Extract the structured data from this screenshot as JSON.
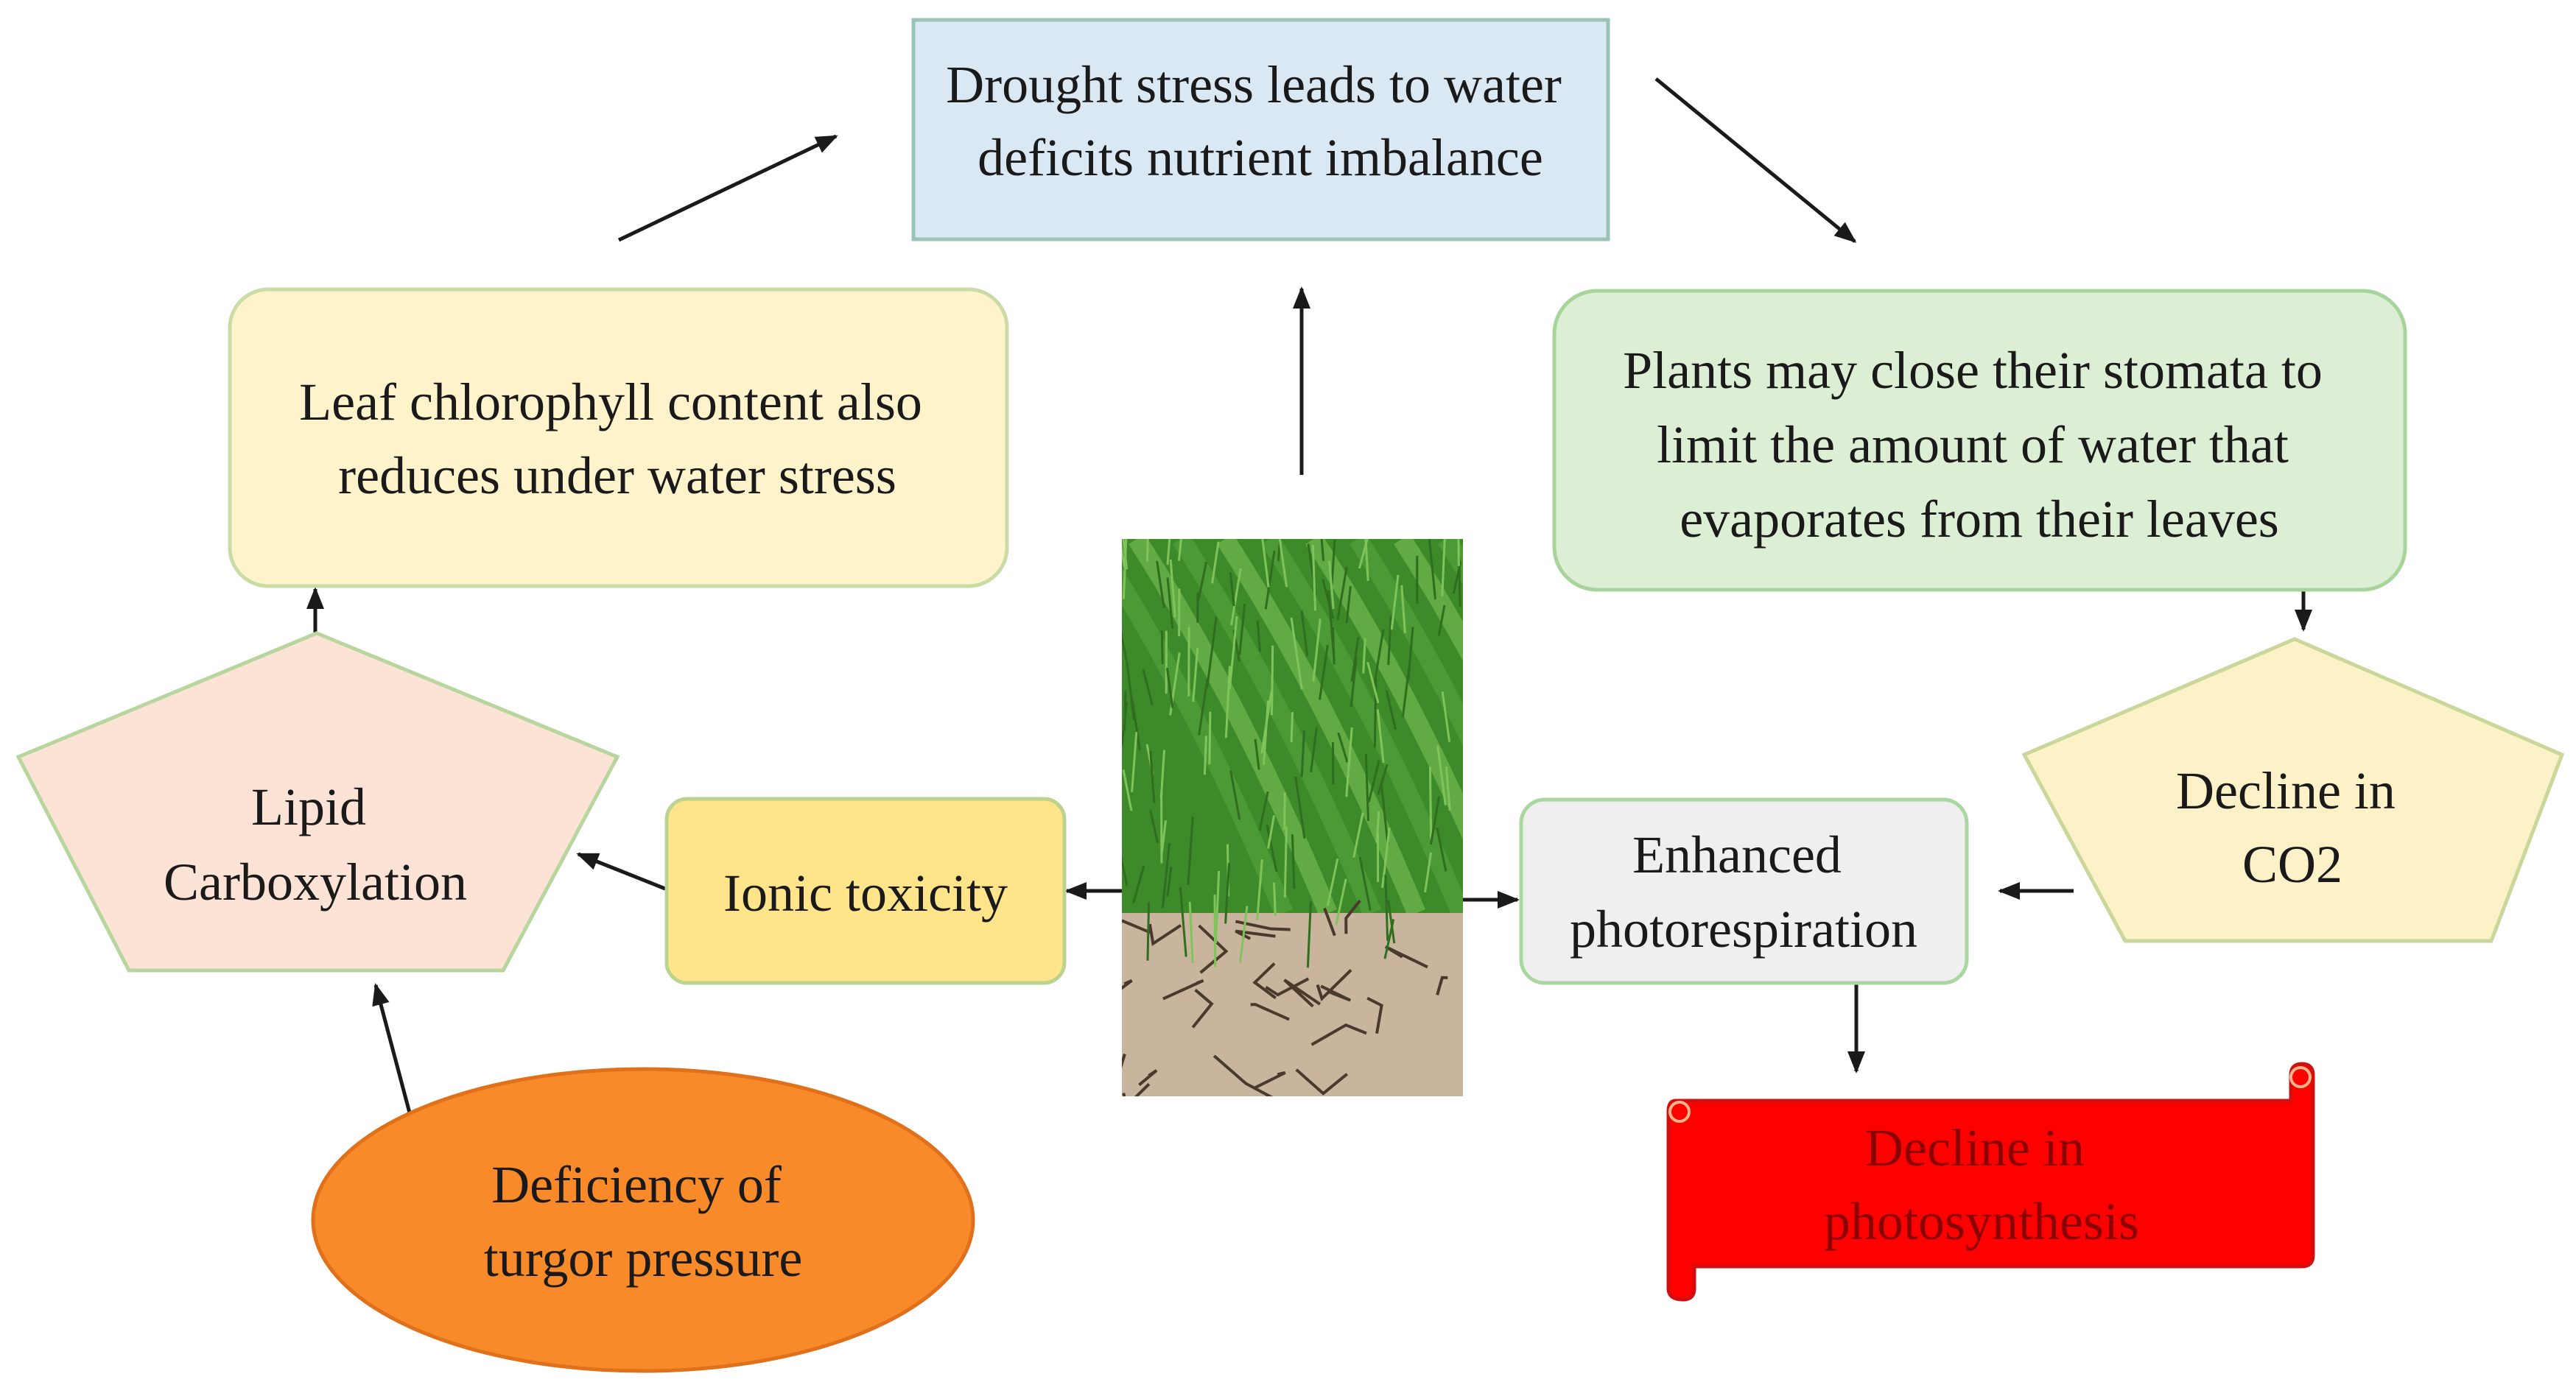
{
  "nodes": {
    "drought": {
      "lines": [
        "Drought stress leads to water",
        "deficits nutrient imbalance"
      ],
      "fill": "#dae8f4",
      "stroke": "#9ac5b6"
    },
    "stomata": {
      "lines": [
        "Plants may close their stomata to",
        "limit the amount of water that",
        "evaporates from their leaves"
      ],
      "fill": "#dcefd4",
      "stroke": "#a7d49a"
    },
    "co2": {
      "lines": [
        "Decline in",
        "CO2"
      ],
      "fill": "#fdf1c8",
      "stroke": "#c8d79a"
    },
    "photorespiration": {
      "lines": [
        "Enhanced",
        "photorespiration"
      ],
      "fill": "#efefef",
      "stroke": "#a8d7a0"
    },
    "photosynthesis": {
      "lines": [
        "Decline in",
        "photosynthesis"
      ],
      "fill": "#ff0000",
      "stroke": "#d01010"
    },
    "ionic": {
      "lines": [
        "Ionic toxicity"
      ],
      "fill": "#ffe48a",
      "stroke": "#bcd38f"
    },
    "lipid": {
      "lines": [
        "Lipid",
        "Carboxylation"
      ],
      "fill": "#fde2d6",
      "stroke": "#b7d69e"
    },
    "chlorophyll": {
      "lines": [
        "Leaf chlorophyll  content also",
        "reduces under water stress"
      ],
      "fill": "#fff3cc",
      "stroke": "#c9dca5"
    },
    "turgor": {
      "lines": [
        "Deficiency of",
        "turgor pressure"
      ],
      "fill": "#f98a2a",
      "stroke": "#e0701a"
    }
  },
  "colors": {
    "arrow": "#1a1a1a",
    "grass_dark": "#3c8a2a",
    "grass_light": "#7fc45a",
    "soil": "#c9b59d",
    "soil_crack": "#4a3a2c"
  },
  "image": {
    "icon": "drought-field-photo"
  }
}
